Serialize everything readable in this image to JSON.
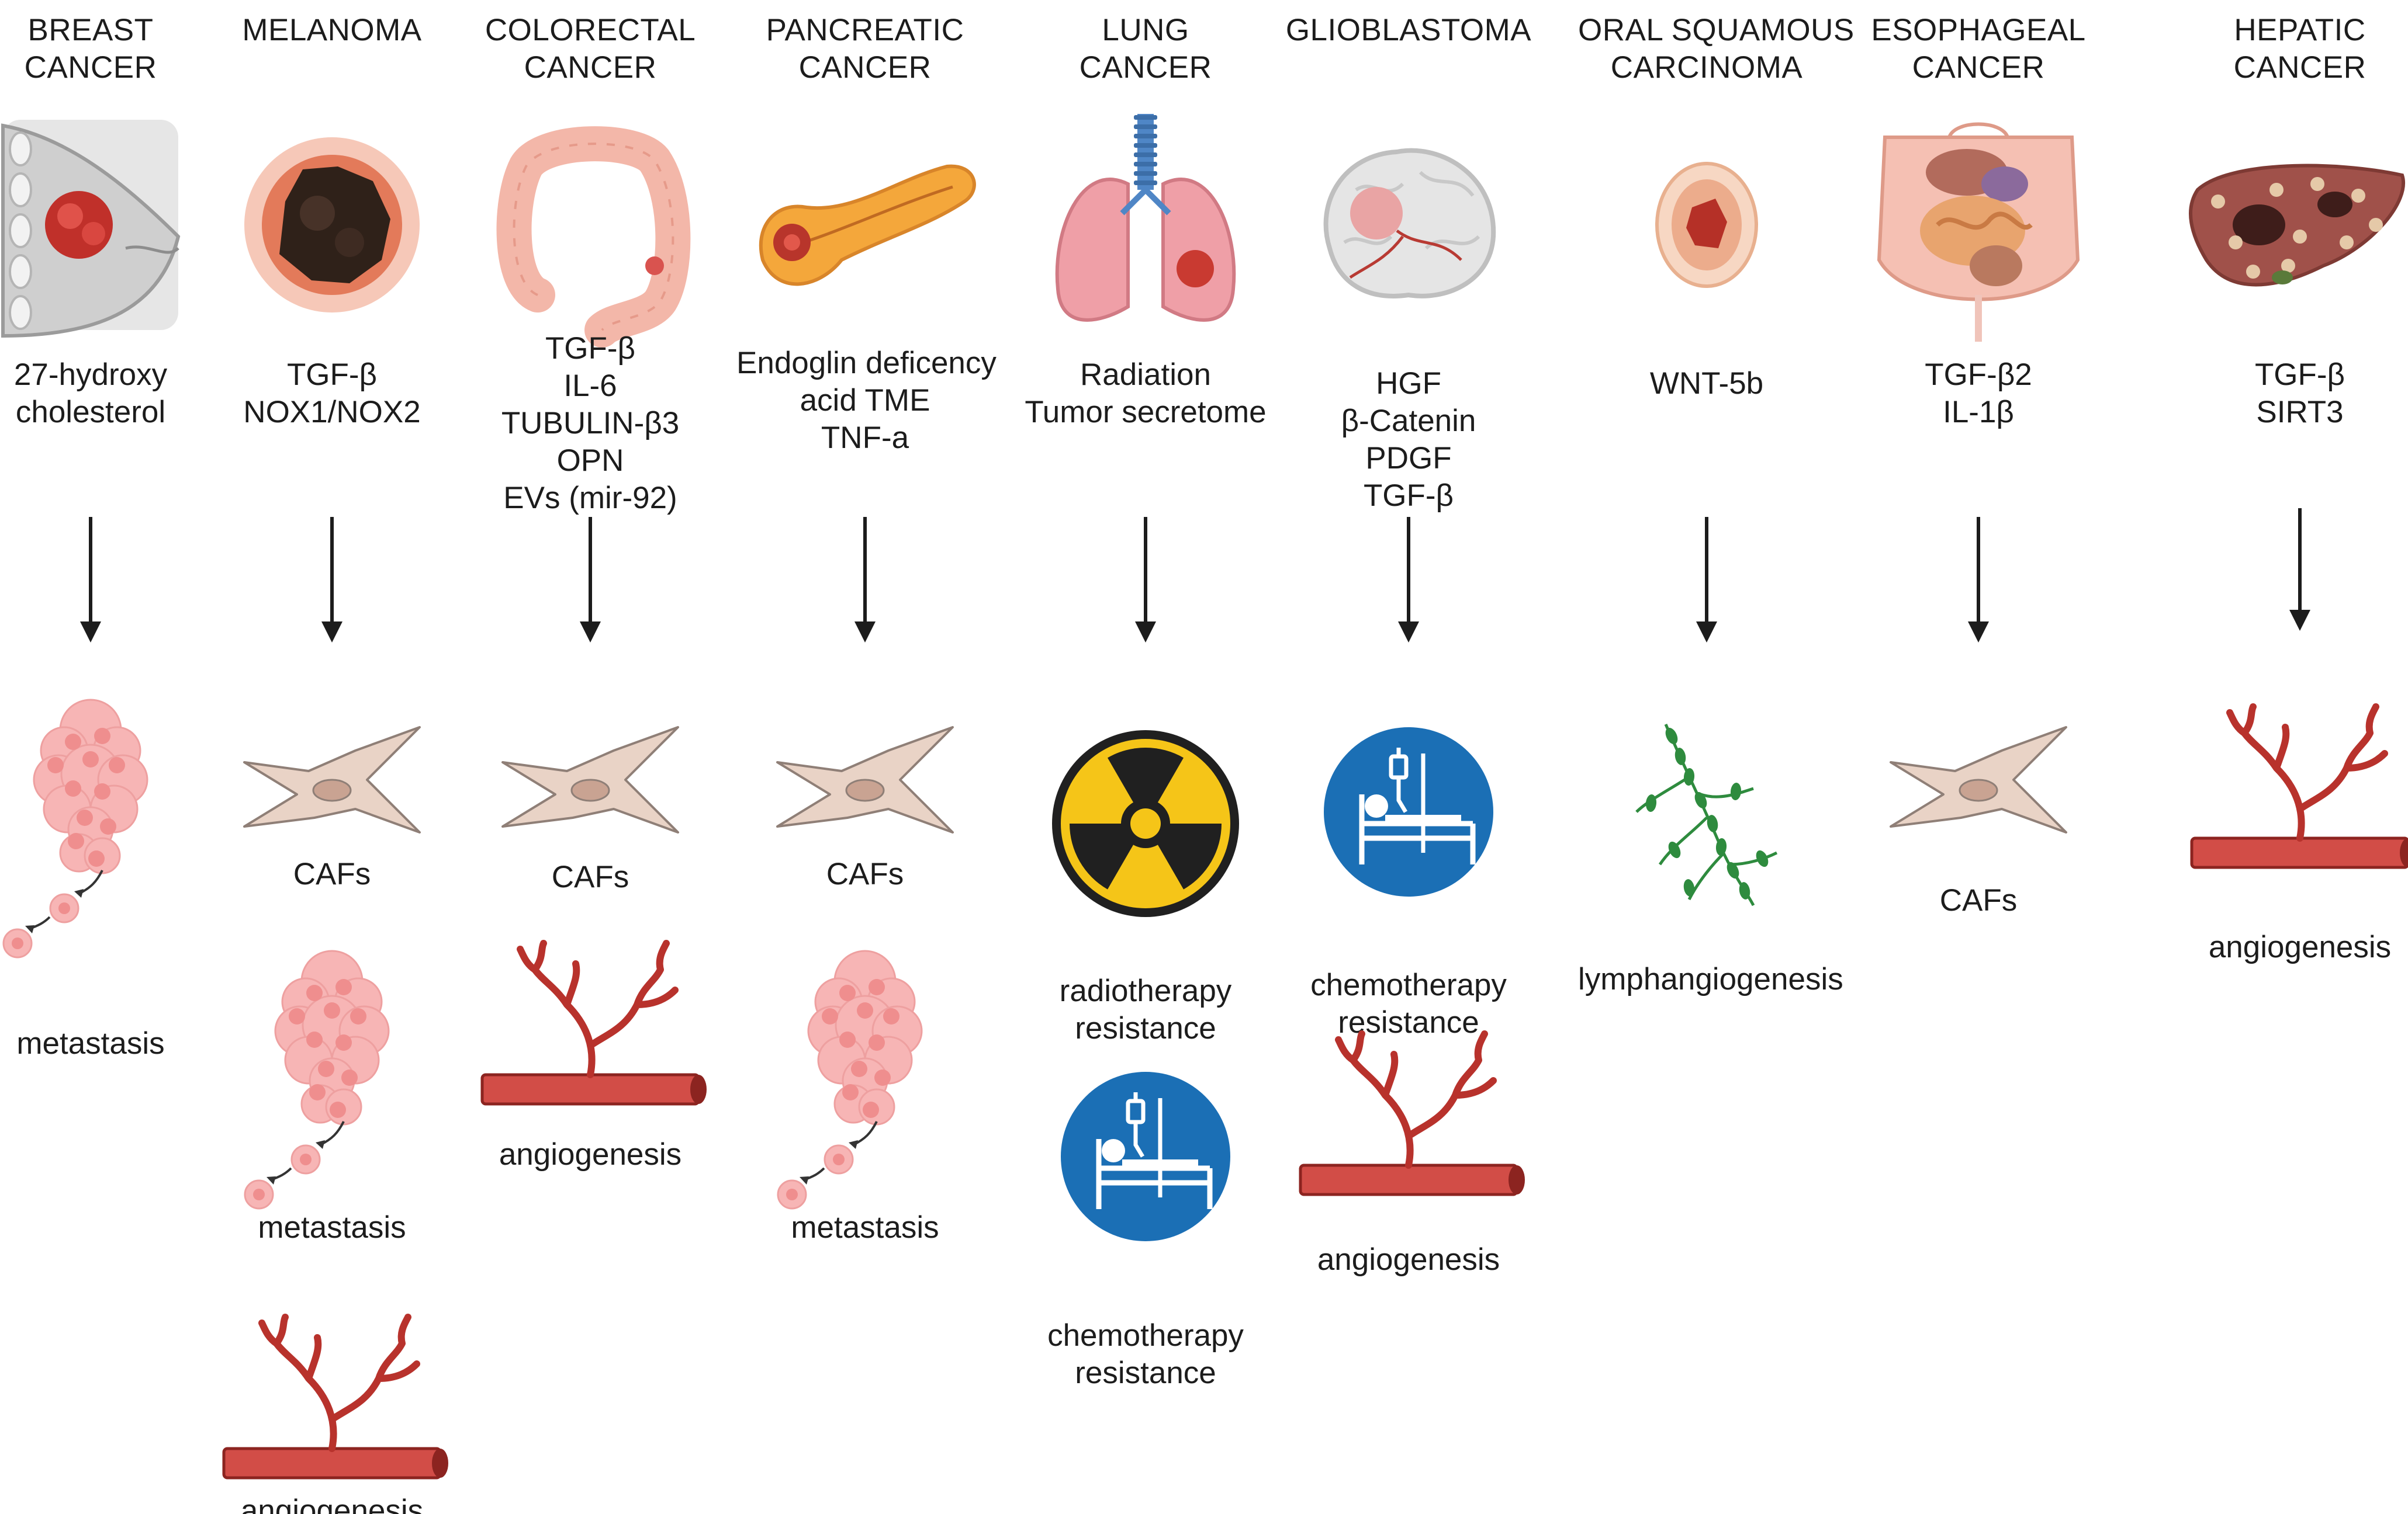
{
  "columns": [
    {
      "id": "breast",
      "title": [
        "BREAST",
        "CANCER"
      ],
      "organ_icon": "breast-tumor-icon",
      "factors": [
        "27-hydroxy",
        "cholesterol"
      ],
      "outcomes": [
        {
          "icon": "metastasis-icon",
          "label": [
            "metastasis"
          ]
        }
      ]
    },
    {
      "id": "melanoma",
      "title": [
        "MELANOMA"
      ],
      "organ_icon": "melanoma-lesion-icon",
      "factors": [
        "TGF-β",
        "NOX1/NOX2"
      ],
      "outcomes": [
        {
          "icon": "caf-cell-icon",
          "label": [
            "CAFs"
          ]
        },
        {
          "icon": "metastasis-icon",
          "label": [
            "metastasis"
          ]
        },
        {
          "icon": "blood-vessel-icon",
          "label": [
            "angiogenesis"
          ]
        }
      ]
    },
    {
      "id": "colorectal",
      "title": [
        "COLORECTAL",
        "CANCER"
      ],
      "organ_icon": "colon-icon",
      "factors": [
        "TGF-β",
        "IL-6",
        "TUBULIN-β3",
        "OPN",
        "EVs (mir-92)"
      ],
      "outcomes": [
        {
          "icon": "caf-cell-icon",
          "label": [
            "CAFs"
          ]
        },
        {
          "icon": "blood-vessel-icon",
          "label": [
            "angiogenesis"
          ]
        }
      ]
    },
    {
      "id": "pancreatic",
      "title": [
        "PANCREATIC",
        "CANCER"
      ],
      "organ_icon": "pancreas-icon",
      "factors": [
        "Endoglin deficency",
        "acid TME",
        "TNF-a"
      ],
      "outcomes": [
        {
          "icon": "caf-cell-icon",
          "label": [
            "CAFs"
          ]
        },
        {
          "icon": "metastasis-icon",
          "label": [
            "metastasis"
          ]
        }
      ]
    },
    {
      "id": "lung",
      "title": [
        "LUNG",
        "CANCER"
      ],
      "organ_icon": "lungs-icon",
      "factors": [
        "Radiation",
        "Tumor secretome"
      ],
      "outcomes": [
        {
          "icon": "radiation-icon",
          "label": [
            "radiotherapy",
            "resistance"
          ]
        },
        {
          "icon": "chemotherapy-patient-icon",
          "label": [
            "chemotherapy",
            "resistance"
          ]
        }
      ]
    },
    {
      "id": "glioblastoma",
      "title": [
        "GLIOBLASTOMA"
      ],
      "organ_icon": "brain-icon",
      "factors": [
        "HGF",
        "β-Catenin",
        "PDGF",
        "TGF-β"
      ],
      "outcomes": [
        {
          "icon": "chemotherapy-patient-icon",
          "label": [
            "chemotherapy",
            "resistance"
          ]
        },
        {
          "icon": "blood-vessel-icon",
          "label": [
            "angiogenesis"
          ]
        }
      ]
    },
    {
      "id": "oral",
      "title": [
        "ORAL SQUAMOUS",
        "CARCINOMA"
      ],
      "organ_icon": "oral-lesion-icon",
      "factors": [
        "WNT-5b"
      ],
      "outcomes": [
        {
          "icon": "lymphatic-vessel-icon",
          "label": [
            "lymphangiogenesis"
          ]
        }
      ]
    },
    {
      "id": "esophageal",
      "title": [
        "ESOPHAGEAL",
        "CANCER"
      ],
      "organ_icon": "digestive-tract-icon",
      "factors": [
        "TGF-β2",
        "IL-1β"
      ],
      "outcomes": [
        {
          "icon": "caf-cell-icon",
          "label": [
            "CAFs"
          ]
        }
      ]
    },
    {
      "id": "hepatic",
      "title": [
        "HEPATIC",
        "CANCER"
      ],
      "organ_icon": "liver-icon",
      "factors": [
        "TGF-β",
        "SIRT3"
      ],
      "outcomes": [
        {
          "icon": "blood-vessel-icon",
          "label": [
            "angiogenesis"
          ]
        }
      ]
    }
  ]
}
